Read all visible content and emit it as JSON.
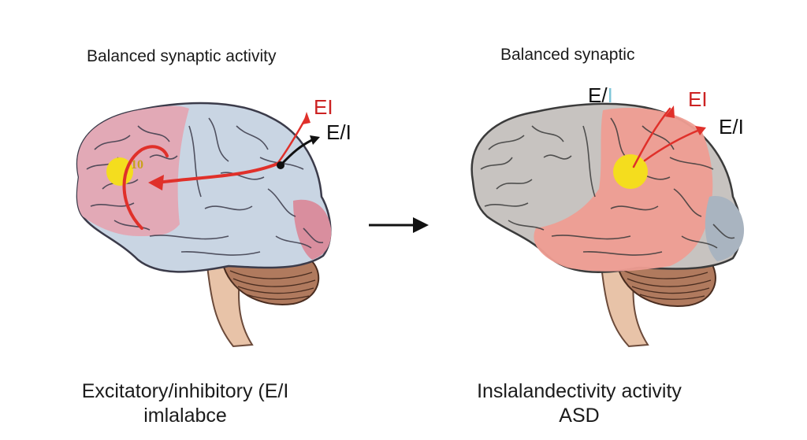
{
  "left": {
    "title": "Balanced synaptic activity",
    "labels": {
      "ei_red": "EI",
      "ei_black": "E/I",
      "hotspot_number": "10"
    },
    "caption_line1": "Excitatory/inhibitory (E/I",
    "caption_line2": "imlalabce"
  },
  "right": {
    "title": "Balanced synaptic",
    "labels": {
      "ei_top_e": "E/",
      "ei_top_i": "I",
      "ei_red": "EI",
      "ei_black": "E/I"
    },
    "caption_line1": "Inslalandectivity activity",
    "caption_line2": "ASD"
  },
  "transition_arrow": "right-arrow-icon",
  "colors": {
    "cortex_blue": "#c9d5e3",
    "cortex_pink": "#e2a9b6",
    "cortex_red": "#ef9d92",
    "cortex_gray": "#c7c3c0",
    "cerebellum": "#b07a5e",
    "brainstem": "#e8c3a8",
    "hotspot": "#f4dd1e",
    "arrow_red": "#e0302a",
    "text_red": "#cc2222",
    "text_blue": "#7fc6d8"
  }
}
